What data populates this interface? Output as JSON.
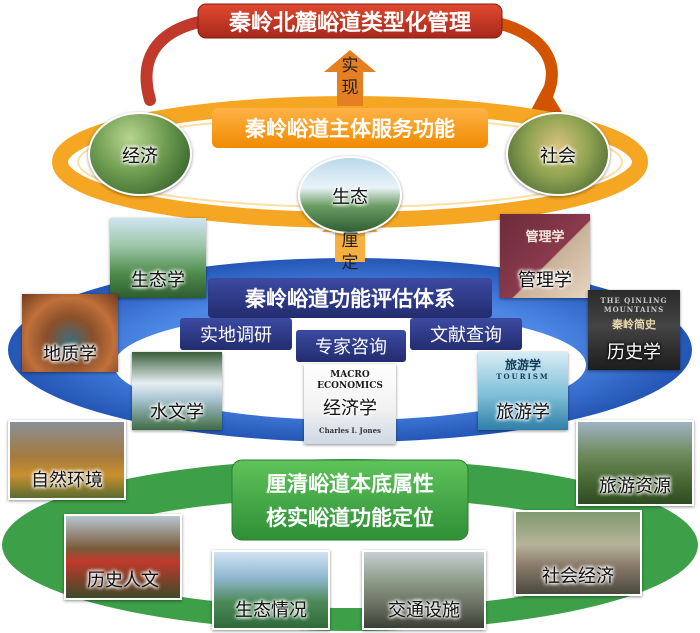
{
  "title": "秦岭北麓峪道类型化管理",
  "achieve_label": "实现",
  "main_function": {
    "label": "秦岭峪道主体服务功能",
    "items": [
      "经济",
      "社会",
      "生态"
    ]
  },
  "clarify_label": "厘定",
  "evaluation": {
    "label": "秦岭峪道功能评估体系",
    "methods": [
      "实地调研",
      "专家咨询",
      "文献查询"
    ],
    "disciplines": [
      "生态学",
      "管理学",
      "地质学",
      "历史学",
      "水文学",
      "经济学",
      "旅游学"
    ]
  },
  "books": {
    "management": "管理学",
    "history_en": "THE QINLING MOUNTAINS",
    "history_zh": "秦岭简史",
    "economics_en": "MACRO ECONOMICS",
    "economics_author": "Charles I. Jones",
    "tourism_zh": "旅游学",
    "tourism_en": "TOURISM"
  },
  "base": {
    "line1": "厘清峪道本底属性",
    "line2": "核实峪道功能定位",
    "attributes": [
      "自然环境",
      "旅游资源",
      "历史人文",
      "生态情况",
      "交通设施",
      "社会经济"
    ]
  },
  "colors": {
    "title_bg": "#c0392b",
    "orange": "#f39c12",
    "blue": "#2f6fd6",
    "navy": "#2a3680",
    "green": "#3da048"
  }
}
